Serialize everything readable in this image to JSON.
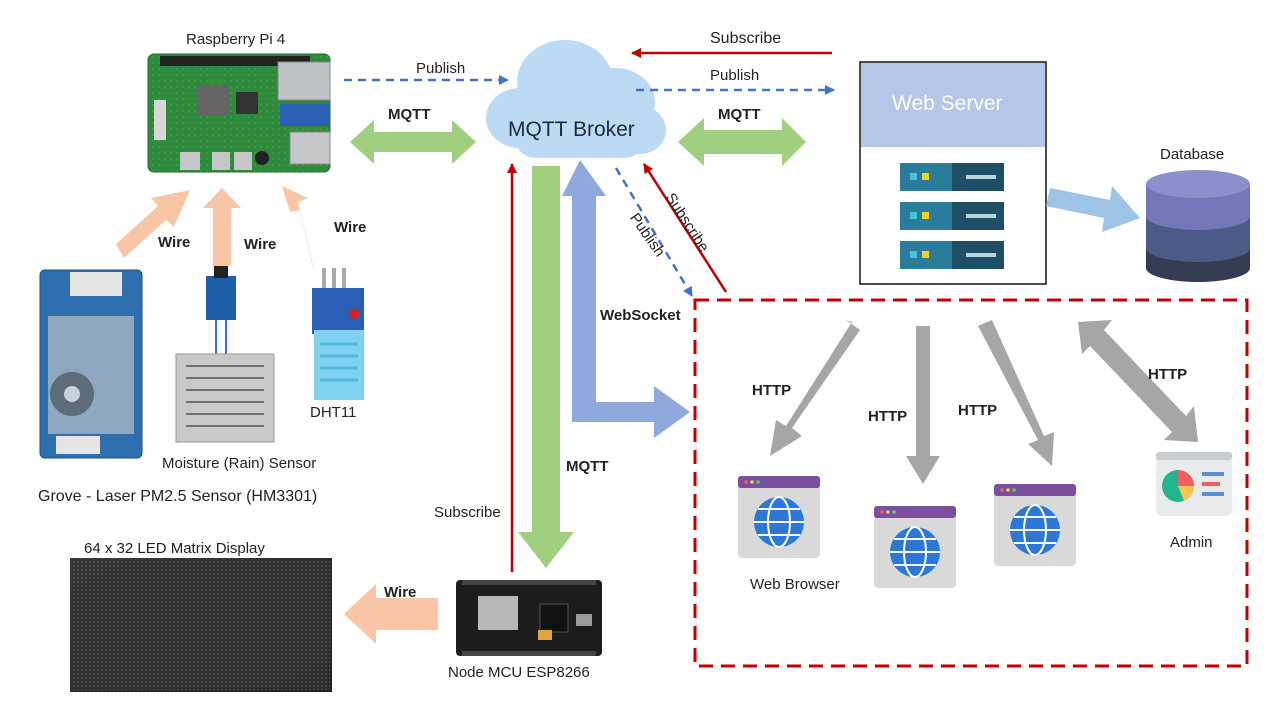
{
  "title": "",
  "nodes": {
    "raspberry_pi": "Raspberry Pi 4",
    "mqtt_broker": "MQTT Broker",
    "web_server": "Web Server",
    "database": "Database",
    "pm_sensor": "Grove - Laser PM2.5 Sensor (HM3301)",
    "rain_sensor": "Moisture (Rain) Sensor",
    "dht11": "DHT11",
    "led_matrix": "64 x 32 LED Matrix Display",
    "nodemcu": "Node MCU ESP8266",
    "web_browser": "Web Browser",
    "admin": "Admin"
  },
  "edges": {
    "pi_publish": "Publish",
    "pi_mqtt": "MQTT",
    "ws_subscribe": "Subscribe",
    "ws_publish": "Publish",
    "ws_mqtt": "MQTT",
    "wire_pm": "Wire",
    "wire_rain": "Wire",
    "wire_dht": "Wire",
    "diag_publish": "Publish",
    "diag_subscribe": "Subscribe",
    "websocket": "WebSocket",
    "mcu_mqtt": "MQTT",
    "mcu_subscribe": "Subscribe",
    "wire_led": "Wire",
    "http_1": "HTTP",
    "http_2": "HTTP",
    "http_3": "HTTP",
    "http_admin": "HTTP"
  },
  "colors": {
    "mqtt_arrow": "#9fcf7f",
    "wire_arrow": "#f8c6a6",
    "http_arrow": "#a6a6a6",
    "websocket_arrow": "#8fa9dc",
    "publish_line": "#4472c4",
    "subscribe_line": "#c00000",
    "web_server_header": "#b4c7e7",
    "cloud": "#bcdaf3",
    "client_border": "#c00000"
  }
}
